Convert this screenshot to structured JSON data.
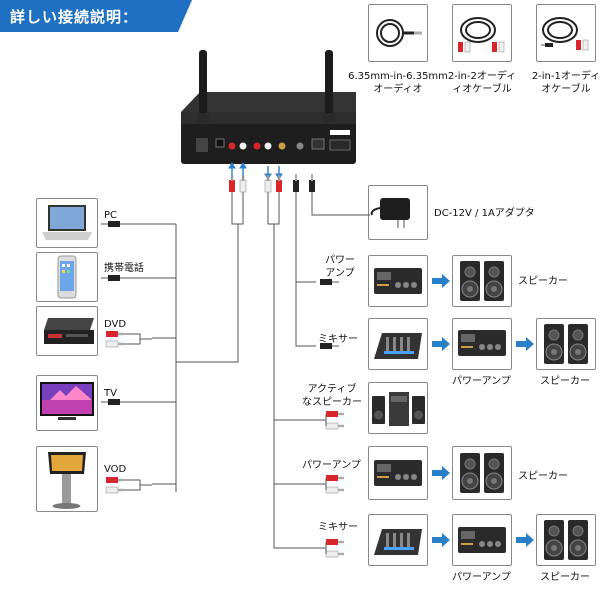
{
  "header": {
    "title": "詳しい接続説明："
  },
  "colors": {
    "banner": "#1f6fc2",
    "audio_red": "#d8262c",
    "audio_white": "#f2f2f2",
    "jack_black": "#222222",
    "arrow_blue": "#2a7fc9",
    "line": "#555555"
  },
  "cables": [
    {
      "line1": "6.35mm-in-6.35mm",
      "line2": "オーディオ"
    },
    {
      "line1": "2-in-2オーディ",
      "line2": "ィオケーブル"
    },
    {
      "line1": "2-in-1オーディ",
      "line2": "オケーブル"
    }
  ],
  "sources": {
    "pc": "PC",
    "phone": "携帯電話",
    "dvd": "DVD",
    "tv": "TV",
    "vod": "VOD"
  },
  "adapter": {
    "label": "DC-12V / 1Aアダプタ"
  },
  "outputs": {
    "power_amp_1": {
      "label_line1": "パワー",
      "label_line2": "アンプ",
      "speaker": "スピーカー"
    },
    "mixer_1": {
      "label": "ミキサー",
      "amp": "パワーアンプ",
      "speaker": "スピーカー"
    },
    "active_speaker": {
      "label_line1": "アクティブ",
      "label_line2": "なスピーカー"
    },
    "power_amp_2": {
      "label": "パワーアンプ",
      "speaker": "スピーカー"
    },
    "mixer_2": {
      "label": "ミキサー",
      "amp": "パワーアンプ",
      "speaker": "スピーカー"
    }
  },
  "icons": [
    "receiver-icon",
    "antenna-icon",
    "rca-plug-icon",
    "laptop-icon",
    "smartphone-icon",
    "dvd-player-icon",
    "tv-icon",
    "vod-kiosk-icon",
    "power-adapter-icon",
    "amplifier-icon",
    "speaker-icon",
    "mixer-icon",
    "arrow-right-icon",
    "cable-coil-icon"
  ]
}
